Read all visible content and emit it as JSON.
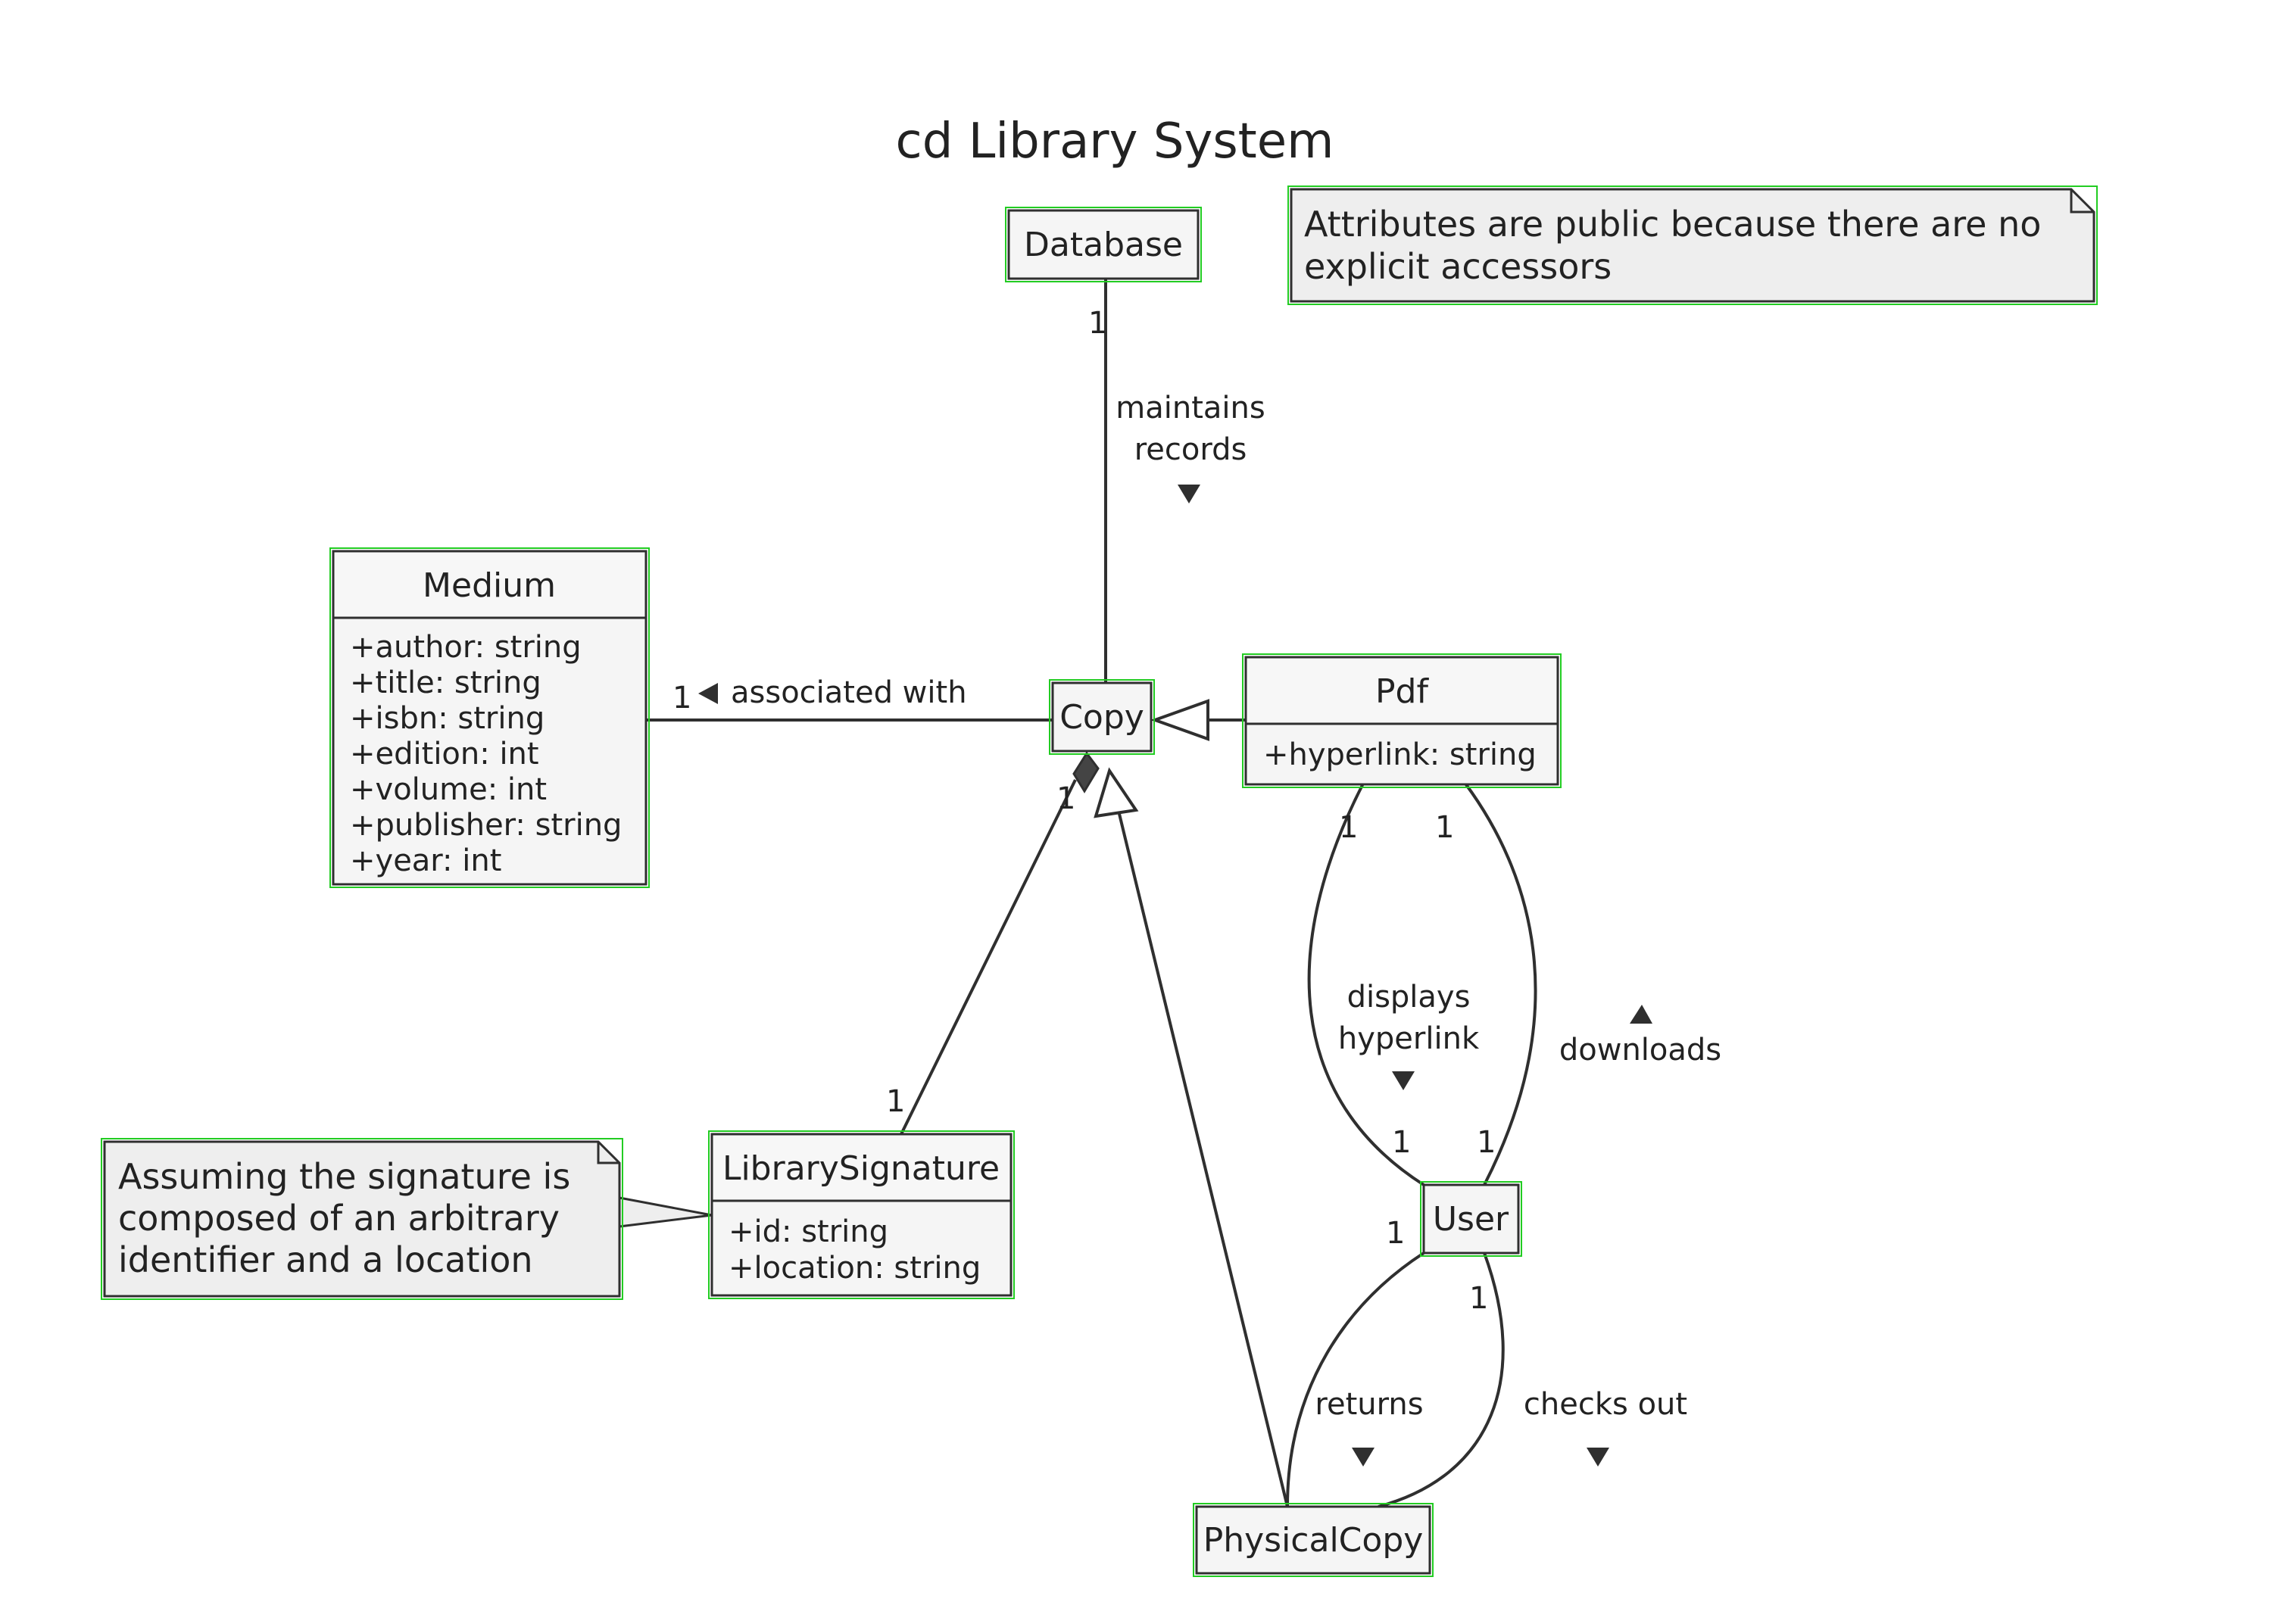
{
  "diagram": {
    "title": "cd Library System",
    "classes": {
      "database": {
        "name": "Database"
      },
      "medium": {
        "name": "Medium",
        "attributes": [
          "+author: string",
          "+title: string",
          "+isbn: string",
          "+edition: int",
          "+volume: int",
          "+publisher: string",
          "+year: int"
        ]
      },
      "copy": {
        "name": "Copy"
      },
      "pdf": {
        "name": "Pdf",
        "attributes": [
          "+hyperlink: string"
        ]
      },
      "library_signature": {
        "name": "LibrarySignature",
        "attributes": [
          "+id: string",
          "+location: string"
        ]
      },
      "user": {
        "name": "User"
      },
      "physical_copy": {
        "name": "PhysicalCopy"
      }
    },
    "notes": {
      "public_attributes": [
        "Attributes are public because there are no",
        "explicit accessors"
      ],
      "signature": [
        "Assuming the signature is",
        "composed of an arbitrary",
        "identifier and a location"
      ]
    },
    "associations": {
      "database_copy": {
        "label": [
          "maintains",
          "records"
        ],
        "multiplicity_database": "1",
        "arrow": "down"
      },
      "medium_copy": {
        "label": "associated with",
        "multiplicity_medium": "1",
        "arrow": "left"
      },
      "pdf_user_displays": {
        "label": [
          "displays",
          "hyperlink"
        ],
        "multiplicity_pdf": "1",
        "multiplicity_user": "1",
        "arrow": "down"
      },
      "user_pdf_downloads": {
        "label": "downloads",
        "multiplicity_pdf": "1",
        "multiplicity_user": "1",
        "arrow": "up"
      },
      "user_physical_returns": {
        "label": "returns",
        "multiplicity_user": "1",
        "arrow": "down"
      },
      "user_physical_checks_out": {
        "label": "checks out",
        "multiplicity_user": "1",
        "arrow": "down"
      },
      "copy_signature": {
        "multiplicity_copy": "1",
        "multiplicity_signature": "1"
      }
    },
    "colors": {
      "line": "#2f2f2f",
      "box_fill": "#f5f5f5",
      "note_fill": "#eeeeee",
      "highlight": "#22cc22"
    }
  }
}
